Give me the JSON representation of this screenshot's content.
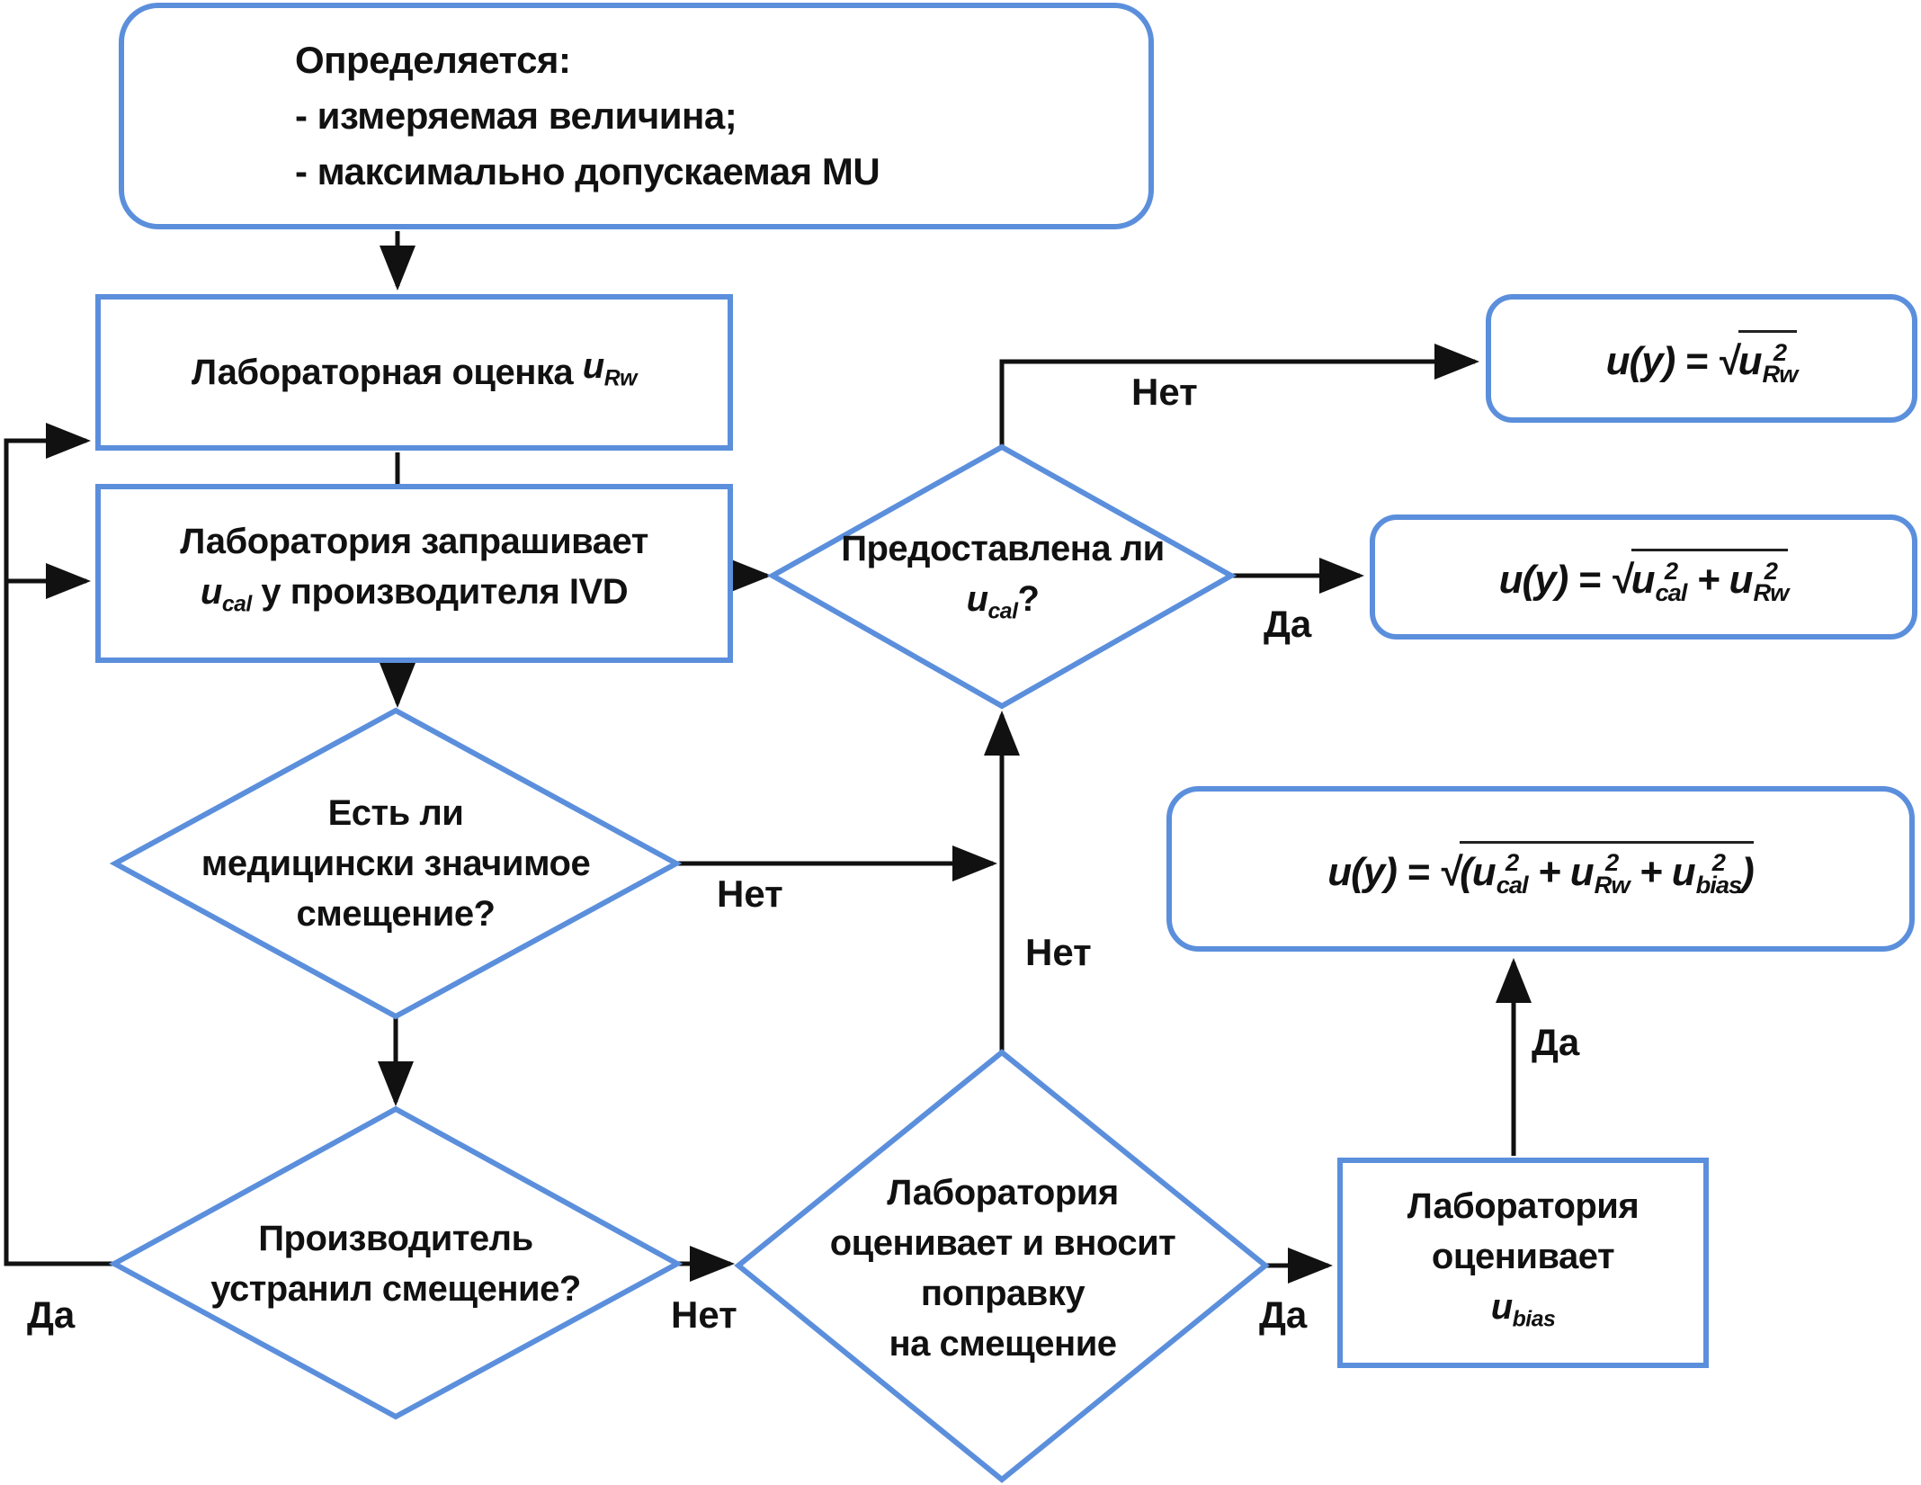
{
  "diagram": {
    "start": {
      "heading": "Определяется:",
      "items": [
        "- измеряемая величина;",
        "- максимально допускаемая MU"
      ]
    },
    "lab_estimate": {
      "text": "Лабораторная оценка",
      "symbol": "u",
      "subscript": "Rw"
    },
    "lab_request": {
      "line1": "Лаборатория запрашивает",
      "symbol": "u",
      "subscript": "cal",
      "line2_rest": "у производителя IVD"
    },
    "decision_bias": {
      "lines": [
        "Есть ли",
        "медицински значимое",
        "смещение?"
      ]
    },
    "decision_manufacturer": {
      "lines": [
        "Производитель",
        "устранил смещение?"
      ]
    },
    "decision_provided": {
      "line1": "Предоставлена ли",
      "symbol": "u",
      "subscript": "cal",
      "suffix": "?"
    },
    "decision_correction": {
      "lines": [
        "Лаборатория",
        "оценивает и вносит",
        "поправку",
        "на смещение"
      ]
    },
    "lab_bias": {
      "line1": "Лаборатория",
      "line2": "оценивает",
      "symbol": "u",
      "subscript": "bias"
    },
    "formulas": {
      "f1": {
        "lhs": "u(y) =",
        "terms": [
          {
            "sym": "u",
            "sub": "Rw",
            "sup": "2"
          }
        ]
      },
      "f2": {
        "lhs": "u(y) =",
        "terms": [
          {
            "sym": "u",
            "sub": "cal",
            "sup": "2"
          },
          {
            "sym": "u",
            "sub": "Rw",
            "sup": "2"
          }
        ]
      },
      "f3": {
        "lhs": "u(y) =",
        "open": "(",
        "close": ")",
        "terms": [
          {
            "sym": "u",
            "sub": "cal",
            "sup": "2"
          },
          {
            "sym": "u",
            "sub": "Rw",
            "sup": "2"
          },
          {
            "sym": "u",
            "sub": "bias",
            "sup": "2"
          }
        ]
      }
    },
    "edge_labels": {
      "no_provided": "Нет",
      "yes_provided": "Да",
      "no_bias": "Нет",
      "no_correction": "Нет",
      "yes_bias_formula": "Да",
      "yes_manufacturer": "Да",
      "no_manufacturer": "Нет",
      "yes_correction": "Да"
    },
    "colors": {
      "node_border": "#5b8fdc",
      "connector": "#111111"
    }
  }
}
